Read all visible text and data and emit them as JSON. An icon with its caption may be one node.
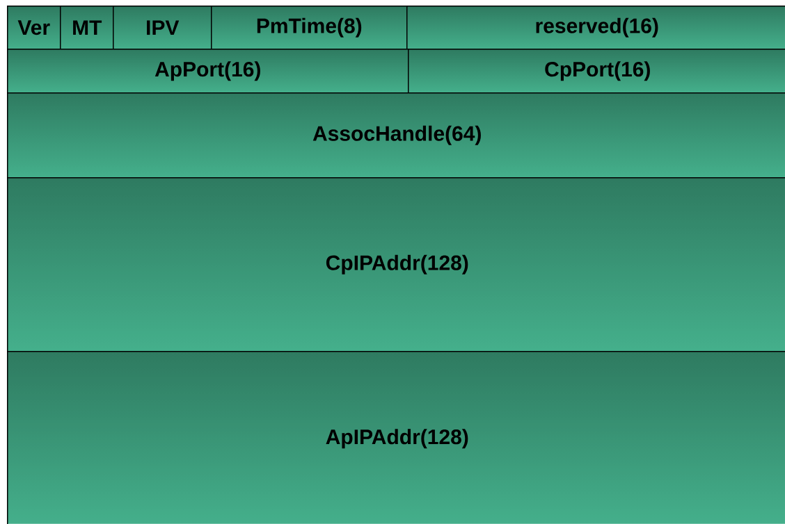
{
  "diagram": {
    "nodes": [
      {
        "text": [
          "Ver"
        ]
      },
      {
        "text": [
          "MT"
        ]
      },
      {
        "text": [
          "IPV"
        ]
      },
      {
        "text": [
          "PmTime(8)"
        ]
      },
      {
        "text": [
          "reserved(16)"
        ]
      },
      {
        "text": [
          "ApPort(16)"
        ]
      },
      {
        "text": [
          "CpPort(16)"
        ]
      },
      {
        "text": [
          "AssocHandle(64)"
        ]
      },
      {
        "text": [
          "CpIPAddr(128)"
        ]
      },
      {
        "text": [
          "ApIPAddr(128)"
        ]
      }
    ]
  }
}
